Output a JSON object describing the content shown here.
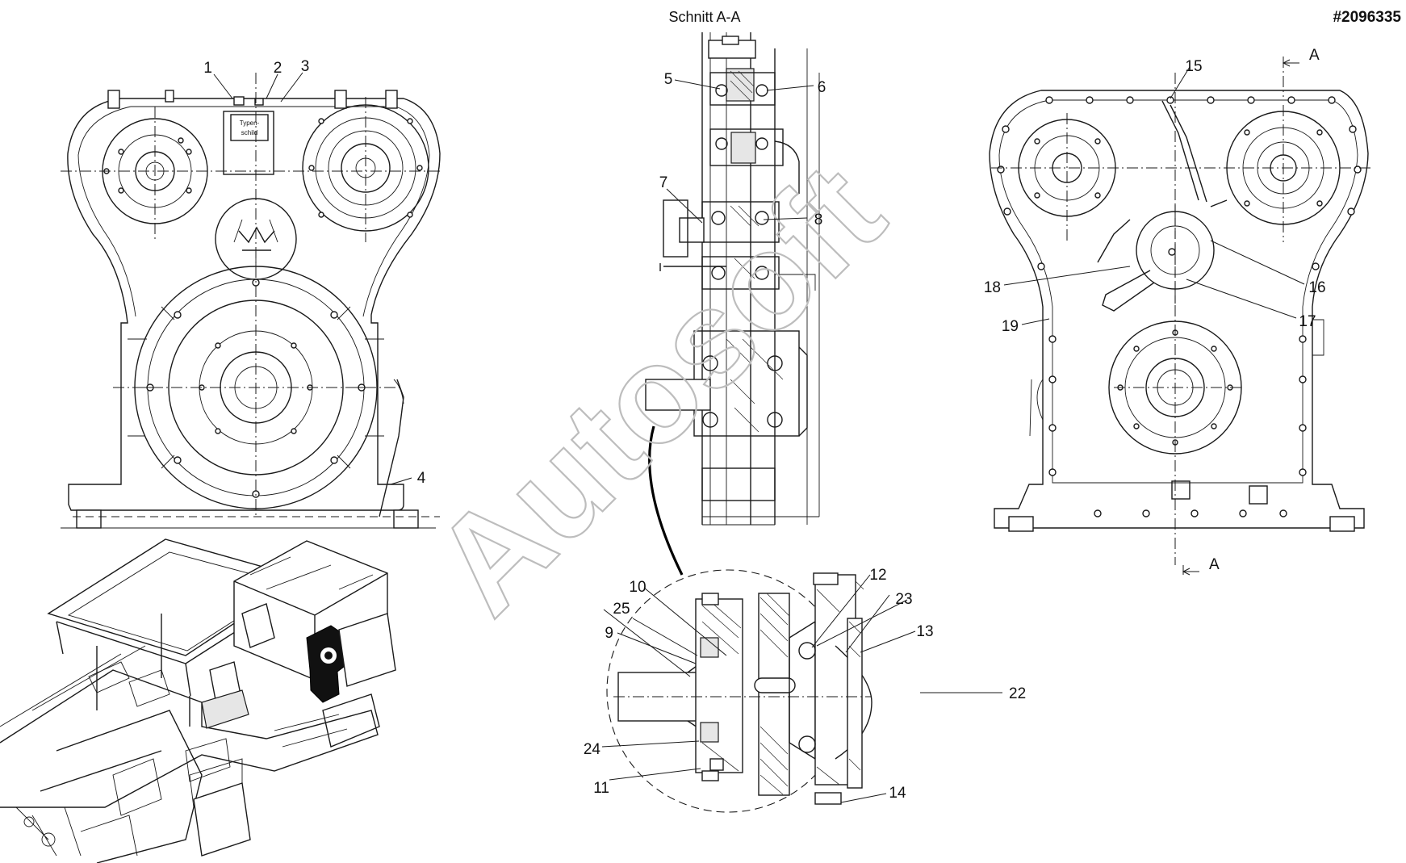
{
  "header": {
    "section_title": "Schnitt A-A",
    "document_number": "#2096335"
  },
  "watermark": {
    "text": "Autosoft"
  },
  "type_plate": {
    "line1": "Typen-",
    "line2": "schild"
  },
  "section_markers": {
    "top": "A",
    "bottom": "A"
  },
  "callouts": [
    {
      "id": "1",
      "label": "1"
    },
    {
      "id": "2",
      "label": "2"
    },
    {
      "id": "3",
      "label": "3"
    },
    {
      "id": "4",
      "label": "4"
    },
    {
      "id": "5",
      "label": "5"
    },
    {
      "id": "6",
      "label": "6"
    },
    {
      "id": "7",
      "label": "7"
    },
    {
      "id": "8",
      "label": "8"
    },
    {
      "id": "9",
      "label": "9"
    },
    {
      "id": "10",
      "label": "10"
    },
    {
      "id": "11",
      "label": "11"
    },
    {
      "id": "12",
      "label": "12"
    },
    {
      "id": "13",
      "label": "13"
    },
    {
      "id": "14",
      "label": "14"
    },
    {
      "id": "15",
      "label": "15"
    },
    {
      "id": "16",
      "label": "16"
    },
    {
      "id": "17",
      "label": "17"
    },
    {
      "id": "18",
      "label": "18"
    },
    {
      "id": "19",
      "label": "19"
    },
    {
      "id": "22",
      "label": "22"
    },
    {
      "id": "23",
      "label": "23"
    },
    {
      "id": "24",
      "label": "24"
    },
    {
      "id": "25",
      "label": "25"
    }
  ]
}
